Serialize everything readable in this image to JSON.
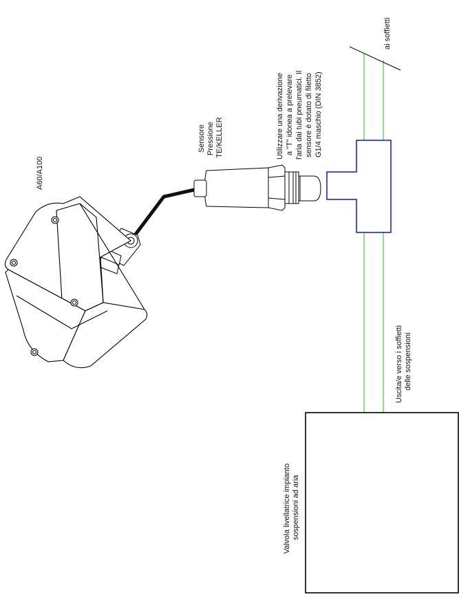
{
  "labels": {
    "device": "A60/A100",
    "sensor": [
      "Sensore",
      "Pressione",
      "TE/KELLER"
    ],
    "instructions": [
      "Utilizzare una derivazione",
      "a \"T\" idonea a prelevare",
      "l'aria dai tubi pneumatici. Il",
      "sensore è dotato di filetto",
      "G1/4 maschio (DIN 3852)"
    ],
    "to_bellows": "ai soffietti",
    "outlet": [
      "Uscita/e verso i soffietti",
      "delle sospensioni"
    ],
    "valve": [
      "Valvola livellatrice impianto",
      "sospensioni ad aria"
    ]
  },
  "colors": {
    "pipe": "#3cd23c",
    "tee": "#1010c8",
    "line": "#000000",
    "cable": "#111111"
  }
}
